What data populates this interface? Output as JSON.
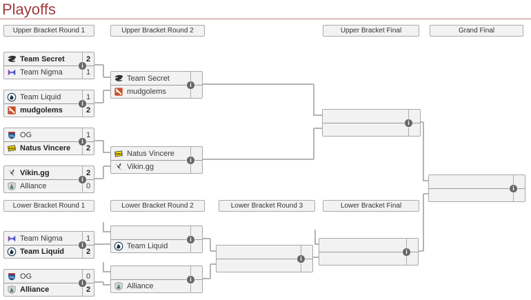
{
  "page": {
    "title": "Playoffs"
  },
  "colors": {
    "heading_text": "#a23a3f",
    "heading_rule": "#bc7d7d",
    "box_background": "#f2f2f2",
    "box_border": "#aaaaaa",
    "connector_line": "#b3b3b3",
    "info_icon_background": "#666666"
  },
  "icons": {
    "info_glyph": "i"
  },
  "round_headers": [
    {
      "label": "Upper Bracket Round 1"
    },
    {
      "label": "Upper Bracket Round 2"
    },
    {
      "label": "Upper Bracket Final"
    },
    {
      "label": "Grand Final"
    },
    {
      "label": "Lower Bracket Round 1"
    },
    {
      "label": "Lower Bracket Round 2"
    },
    {
      "label": "Lower Bracket Round 3"
    },
    {
      "label": "Lower Bracket Final"
    }
  ],
  "matches": [
    {
      "round": "Upper Bracket Round 1",
      "slots": [
        {
          "team": "Team Secret",
          "logo": "team-secret",
          "score": "2",
          "winner": true
        },
        {
          "team": "Team Nigma",
          "logo": "team-nigma",
          "score": "1",
          "winner": false
        }
      ]
    },
    {
      "round": "Upper Bracket Round 1",
      "slots": [
        {
          "team": "Team Liquid",
          "logo": "team-liquid",
          "score": "1",
          "winner": false
        },
        {
          "team": "mudgolems",
          "logo": "mudgolems",
          "score": "2",
          "winner": true
        }
      ]
    },
    {
      "round": "Upper Bracket Round 1",
      "slots": [
        {
          "team": "OG",
          "logo": "og",
          "score": "1",
          "winner": false
        },
        {
          "team": "Natus Vincere",
          "logo": "natus-vincere",
          "score": "2",
          "winner": true
        }
      ]
    },
    {
      "round": "Upper Bracket Round 1",
      "slots": [
        {
          "team": "Vikin.gg",
          "logo": "vikin-gg",
          "score": "2",
          "winner": true
        },
        {
          "team": "Alliance",
          "logo": "alliance",
          "score": "0",
          "winner": false
        }
      ]
    },
    {
      "round": "Upper Bracket Round 2",
      "slots": [
        {
          "team": "Team Secret",
          "logo": "team-secret",
          "score": "",
          "winner": false
        },
        {
          "team": "mudgolems",
          "logo": "mudgolems",
          "score": "",
          "winner": false
        }
      ]
    },
    {
      "round": "Upper Bracket Round 2",
      "slots": [
        {
          "team": "Natus Vincere",
          "logo": "natus-vincere",
          "score": "",
          "winner": false
        },
        {
          "team": "Vikin.gg",
          "logo": "vikin-gg",
          "score": "",
          "winner": false
        }
      ]
    },
    {
      "round": "Upper Bracket Final",
      "slots": [
        {
          "team": "",
          "logo": "",
          "score": "",
          "winner": false
        },
        {
          "team": "",
          "logo": "",
          "score": "",
          "winner": false
        }
      ]
    },
    {
      "round": "Grand Final",
      "slots": [
        {
          "team": "",
          "logo": "",
          "score": "",
          "winner": false
        },
        {
          "team": "",
          "logo": "",
          "score": "",
          "winner": false
        }
      ]
    },
    {
      "round": "Lower Bracket Round 1",
      "slots": [
        {
          "team": "Team Nigma",
          "logo": "team-nigma",
          "score": "1",
          "winner": false
        },
        {
          "team": "Team Liquid",
          "logo": "team-liquid",
          "score": "2",
          "winner": true
        }
      ]
    },
    {
      "round": "Lower Bracket Round 1",
      "slots": [
        {
          "team": "OG",
          "logo": "og",
          "score": "0",
          "winner": false
        },
        {
          "team": "Alliance",
          "logo": "alliance",
          "score": "2",
          "winner": true
        }
      ]
    },
    {
      "round": "Lower Bracket Round 2",
      "slots": [
        {
          "team": "",
          "logo": "",
          "score": "",
          "winner": false
        },
        {
          "team": "Team Liquid",
          "logo": "team-liquid",
          "score": "",
          "winner": false
        }
      ]
    },
    {
      "round": "Lower Bracket Round 2",
      "slots": [
        {
          "team": "",
          "logo": "",
          "score": "",
          "winner": false
        },
        {
          "team": "Alliance",
          "logo": "alliance",
          "score": "",
          "winner": false
        }
      ]
    },
    {
      "round": "Lower Bracket Round 3",
      "slots": [
        {
          "team": "",
          "logo": "",
          "score": "",
          "winner": false
        },
        {
          "team": "",
          "logo": "",
          "score": "",
          "winner": false
        }
      ]
    },
    {
      "round": "Lower Bracket Final",
      "slots": [
        {
          "team": "",
          "logo": "",
          "score": "",
          "winner": false
        },
        {
          "team": "",
          "logo": "",
          "score": "",
          "winner": false
        }
      ]
    }
  ]
}
